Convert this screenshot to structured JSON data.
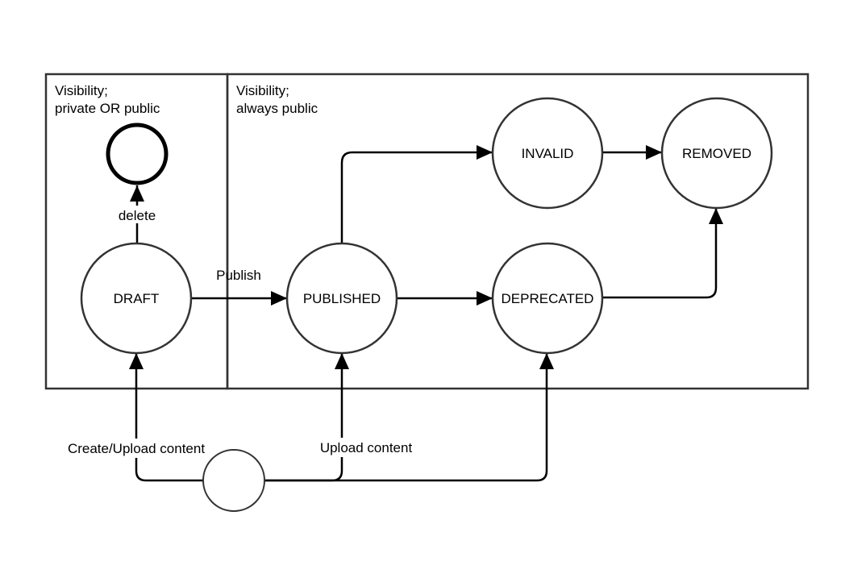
{
  "regions": {
    "left_line1": "Visibility;",
    "left_line2": "private OR public",
    "right_line1": "Visibility;",
    "right_line2": "always public"
  },
  "states": {
    "draft": "DRAFT",
    "published": "PUBLISHED",
    "deprecated": "DEPRECATED",
    "invalid": "INVALID",
    "removed": "REMOVED"
  },
  "transitions": {
    "delete": "delete",
    "publish": "Publish",
    "create_upload": "Create/Upload content",
    "upload": "Upload content"
  },
  "colors": {
    "stroke": "#333333",
    "arrow": "#000000",
    "background": "#ffffff"
  }
}
